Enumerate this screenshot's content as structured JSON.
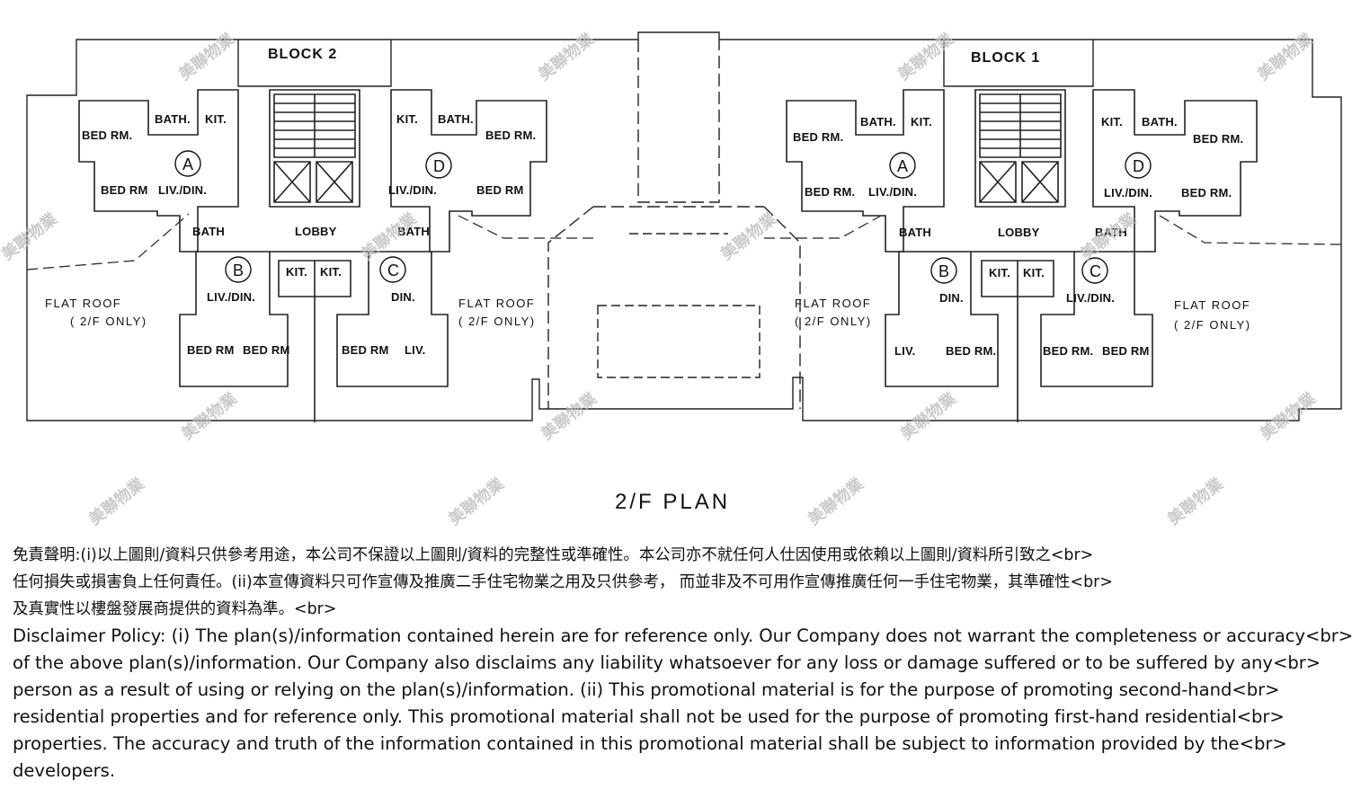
{
  "plan": {
    "block_labels": [
      "BLOCK 2",
      "BLOCK 1"
    ],
    "room_labels": {
      "bed_rm": "BED RM.",
      "bed_rm_short": "BED RM",
      "bath": "BATH.",
      "bath_plain": "BATH",
      "kit": "KIT.",
      "liv_din": "LIV./DIN.",
      "din": "DIN.",
      "liv": "LIV.",
      "lobby": "LOBBY"
    },
    "unit_letters": [
      "A",
      "B",
      "C",
      "D"
    ],
    "flat_roof": [
      "FLAT ROOF",
      "( 2/F ONLY)"
    ],
    "title": "2/F PLAN",
    "watermark": "美聯物業"
  },
  "disclaimer": {
    "zh": [
      "免責聲明:(i)以上圖則/資料只供參考用途，本公司不保證以上圖則/資料的完整性或準確性。本公司亦不就任何人仕因使用或依賴以上圖則/資料所引致之<br>",
      "任何損失或損害負上任何責任。(ii)本宣傳資料只可作宣傳及推廣二手住宅物業之用及只供參考， 而並非及不可用作宣傳推廣任何一手住宅物業，其準確性<br>",
      "及真實性以樓盤發展商提供的資料為準。<br>"
    ],
    "en": [
      "Disclaimer Policy: (i) The plan(s)/information contained herein are for reference only. Our Company does not warrant the completeness or accuracy<br>",
      "of the above plan(s)/information. Our Company also disclaims any liability whatsoever for any loss or damage suffered or to be suffered by any<br>",
      "person as a result of using or relying on the plan(s)/information. (ii) This promotional material is for the purpose of promoting second-hand<br>",
      "residential properties and for reference only. This promotional material shall not be used for the purpose of promoting first-hand residential<br>",
      "properties. The accuracy and truth of the information contained in this promotional material shall be subject to information provided by the<br>",
      "developers."
    ]
  }
}
